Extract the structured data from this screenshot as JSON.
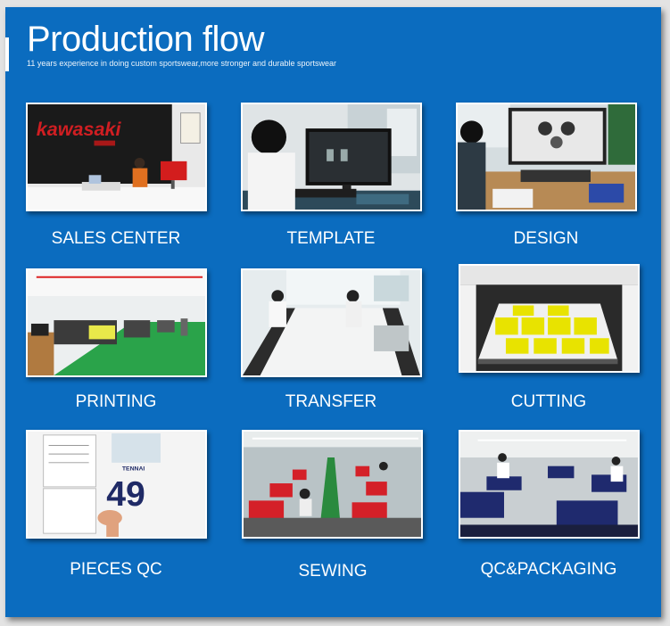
{
  "header": {
    "title": "Production flow",
    "subtitle": "11 years experience in doing custom sportswear,more stronger and durable sportswear"
  },
  "steps": [
    {
      "label": "SALES CENTER"
    },
    {
      "label": "TEMPLATE"
    },
    {
      "label": "DESIGN"
    },
    {
      "label": "PRINTING"
    },
    {
      "label": "TRANSFER"
    },
    {
      "label": "CUTTING"
    },
    {
      "label": "PIECES QC"
    },
    {
      "label": "SEWING"
    },
    {
      "label": "QC&PACKAGING"
    }
  ],
  "photo_text": {
    "brand_logo": "kawasaki",
    "jersey_name": "TENNAI",
    "jersey_number": "49"
  },
  "colors": {
    "panel": "#0b6cbf",
    "page": "#e3e3e3",
    "caption": "#ffffff"
  }
}
